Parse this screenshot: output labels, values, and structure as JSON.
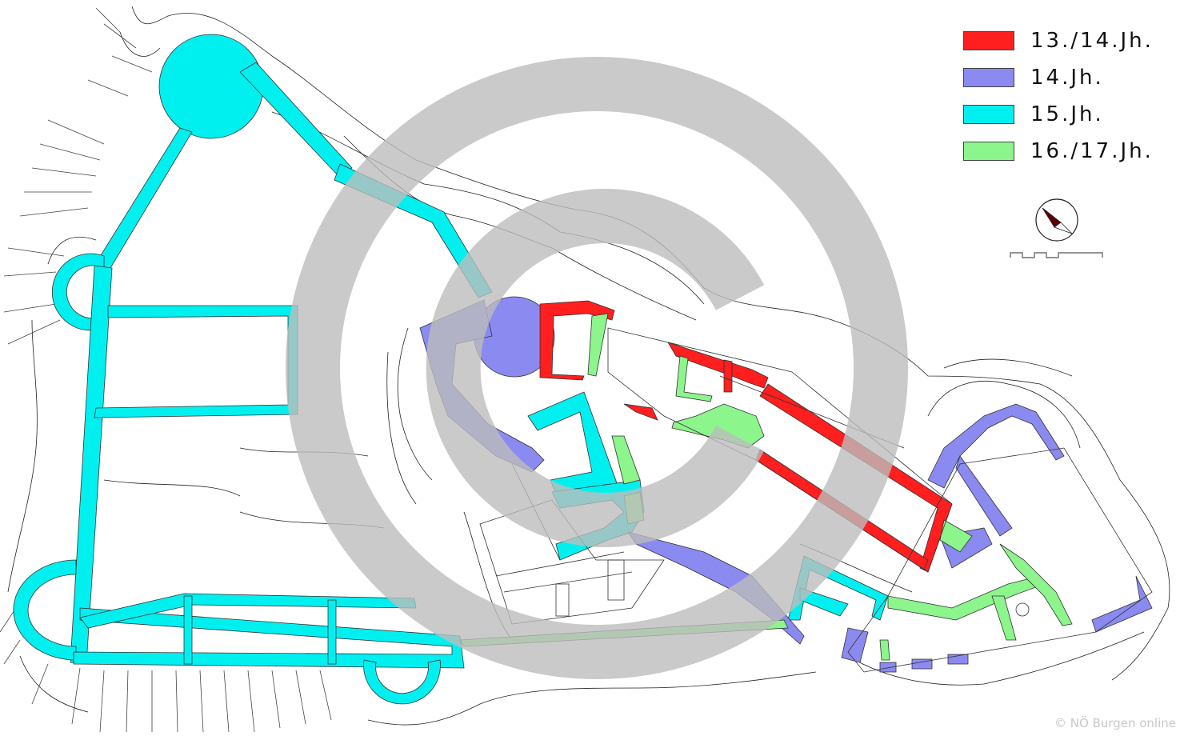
{
  "legend": {
    "items": [
      {
        "label": "13./14.Jh.",
        "color": "#ff1f1f"
      },
      {
        "label": "14.Jh.",
        "color": "#8a8af0"
      },
      {
        "label": "15.Jh.",
        "color": "#00f0f0"
      },
      {
        "label": "16./17.Jh.",
        "color": "#8cf58c"
      }
    ]
  },
  "icons": [
    "north-arrow-icon",
    "scale-bar"
  ],
  "watermark": {
    "symbol": "copyright-icon",
    "color": "#c8c8c8"
  },
  "credit": "© NÖ Burgen online"
}
